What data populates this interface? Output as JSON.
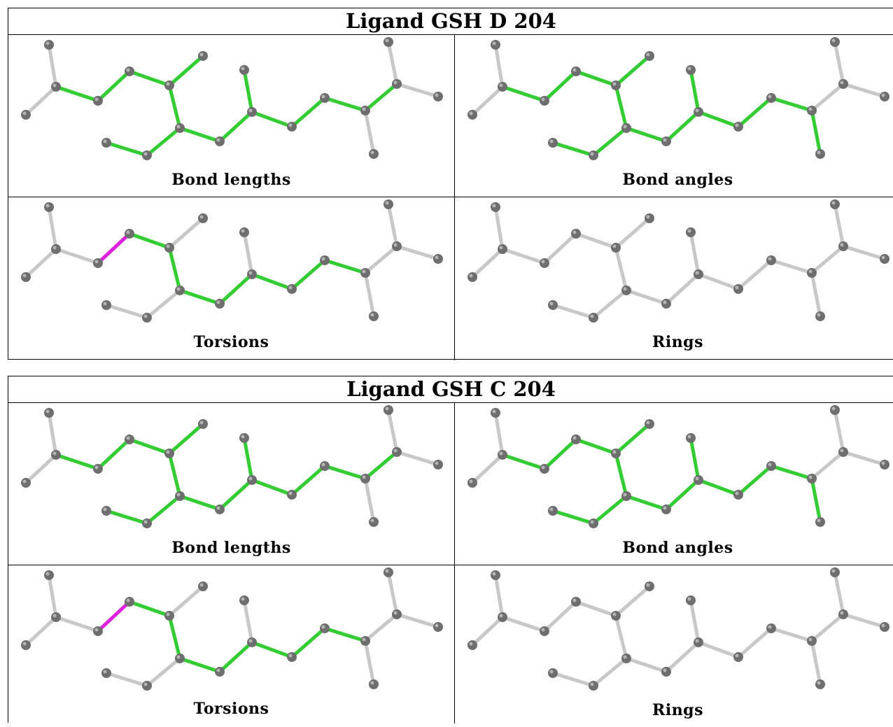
{
  "blocks": [
    {
      "title": "Ligand GSH D 204",
      "panels": [
        {
          "caption": "Bond lengths",
          "highlight": "green-bonds-lengths"
        },
        {
          "caption": "Bond angles",
          "highlight": "green-bonds-angles"
        },
        {
          "caption": "Torsions",
          "highlight": "green-bonds-torsions"
        },
        {
          "caption": "Rings",
          "highlight": "none"
        }
      ]
    },
    {
      "title": "Ligand GSH C 204",
      "panels": [
        {
          "caption": "Bond lengths",
          "highlight": "green-bonds-lengths"
        },
        {
          "caption": "Bond angles",
          "highlight": "green-bonds-angles"
        },
        {
          "caption": "Torsions",
          "highlight": "green-bonds-torsions"
        },
        {
          "caption": "Rings",
          "highlight": "none"
        }
      ]
    }
  ],
  "colors": {
    "ok_bond": "#33cc33",
    "outlier_bond": "#dd22dd",
    "neutral_bond": "#c8c8c8",
    "atom": "#6e6e6e"
  }
}
